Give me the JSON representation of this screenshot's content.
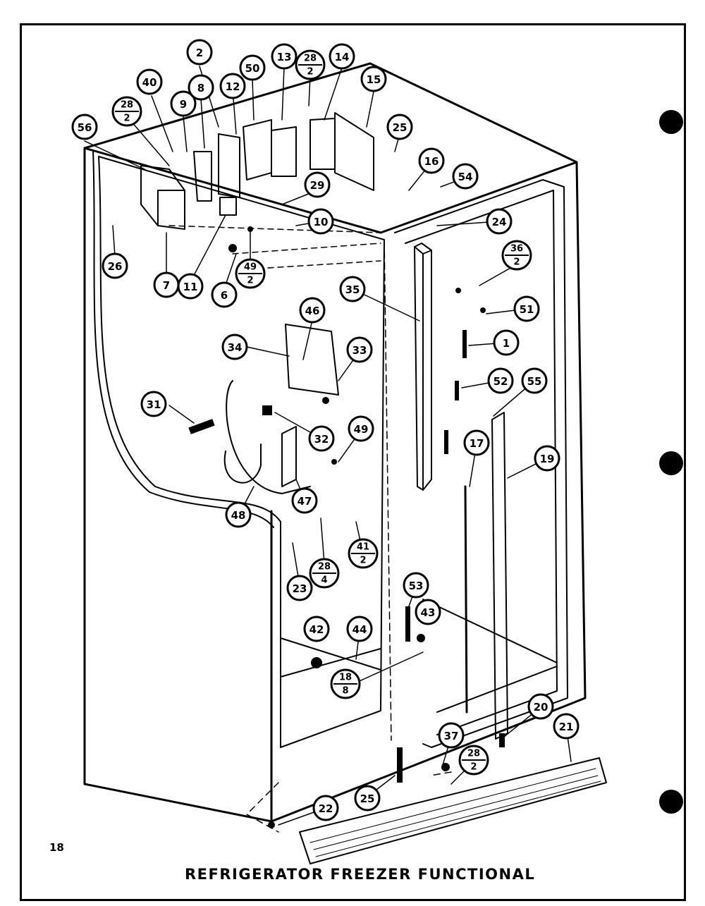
{
  "title": "REFRIGERATOR FREEZER FUNCTIONAL",
  "page_number": "18",
  "callouts": [
    {
      "id": "2",
      "text": "2"
    },
    {
      "id": "50",
      "text": "50"
    },
    {
      "id": "13",
      "text": "13"
    },
    {
      "id": "28-2-top",
      "text": "28",
      "sub": "2"
    },
    {
      "id": "14",
      "text": "14"
    },
    {
      "id": "15",
      "text": "15"
    },
    {
      "id": "40",
      "text": "40"
    },
    {
      "id": "9",
      "text": "9"
    },
    {
      "id": "8",
      "text": "8"
    },
    {
      "id": "12",
      "text": "12"
    },
    {
      "id": "28-2-left",
      "text": "28",
      "sub": "2"
    },
    {
      "id": "56",
      "text": "56"
    },
    {
      "id": "25-top",
      "text": "25"
    },
    {
      "id": "16",
      "text": "16"
    },
    {
      "id": "54",
      "text": "54"
    },
    {
      "id": "29",
      "text": "29"
    },
    {
      "id": "10",
      "text": "10"
    },
    {
      "id": "24",
      "text": "24"
    },
    {
      "id": "26",
      "text": "26"
    },
    {
      "id": "7",
      "text": "7"
    },
    {
      "id": "11",
      "text": "11"
    },
    {
      "id": "6",
      "text": "6"
    },
    {
      "id": "49-2",
      "text": "49",
      "sub": "2"
    },
    {
      "id": "36-2",
      "text": "36",
      "sub": "2"
    },
    {
      "id": "35",
      "text": "35"
    },
    {
      "id": "51",
      "text": "51"
    },
    {
      "id": "46",
      "text": "46"
    },
    {
      "id": "34",
      "text": "34"
    },
    {
      "id": "33",
      "text": "33"
    },
    {
      "id": "1",
      "text": "1"
    },
    {
      "id": "52",
      "text": "52"
    },
    {
      "id": "55",
      "text": "55"
    },
    {
      "id": "31",
      "text": "31"
    },
    {
      "id": "32",
      "text": "32"
    },
    {
      "id": "49",
      "text": "49"
    },
    {
      "id": "17",
      "text": "17"
    },
    {
      "id": "19",
      "text": "19"
    },
    {
      "id": "48",
      "text": "48"
    },
    {
      "id": "47",
      "text": "47"
    },
    {
      "id": "41-2",
      "text": "41",
      "sub": "2"
    },
    {
      "id": "28-4",
      "text": "28",
      "sub": "4"
    },
    {
      "id": "23",
      "text": "23"
    },
    {
      "id": "53",
      "text": "53"
    },
    {
      "id": "43",
      "text": "43"
    },
    {
      "id": "42",
      "text": "42"
    },
    {
      "id": "44",
      "text": "44"
    },
    {
      "id": "18-8",
      "text": "18",
      "sub": "8"
    },
    {
      "id": "20",
      "text": "20"
    },
    {
      "id": "21",
      "text": "21"
    },
    {
      "id": "37",
      "text": "37"
    },
    {
      "id": "28-2-bottom",
      "text": "28",
      "sub": "2"
    },
    {
      "id": "25-bottom",
      "text": "25"
    },
    {
      "id": "22",
      "text": "22"
    }
  ]
}
